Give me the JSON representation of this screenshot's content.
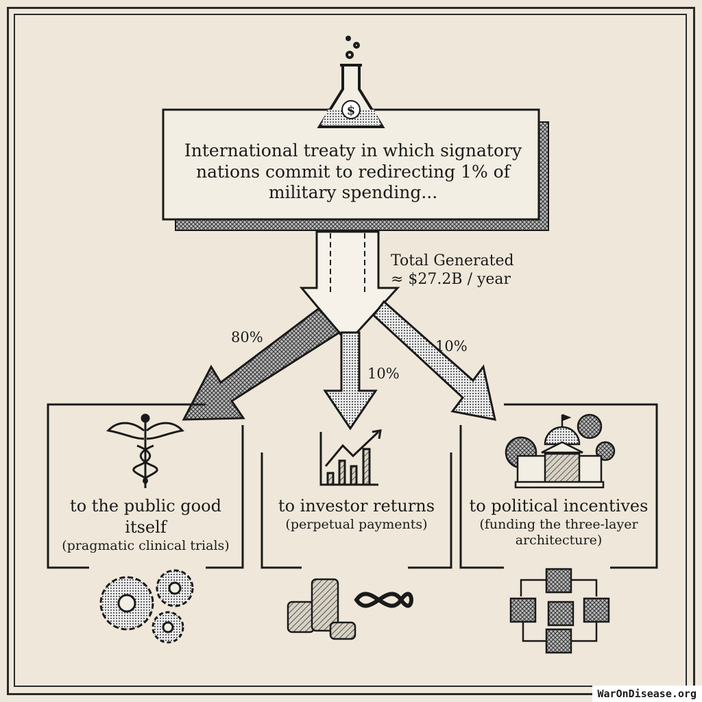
{
  "treaty_box": {
    "text": "International treaty in which signatory nations commit to redirecting 1% of military spending..."
  },
  "total": {
    "label": "Total Generated",
    "value": "≈ $27.2B / year"
  },
  "allocations": [
    {
      "percent": "80%",
      "title": "to the public good itself",
      "subtitle": "(pragmatic clinical trials)",
      "icon": "caduceus-icon"
    },
    {
      "percent": "10%",
      "title": "to investor returns",
      "subtitle": "(perpetual payments)",
      "icon": "growth-chart-icon"
    },
    {
      "percent": "10%",
      "title": "to political incentives",
      "subtitle": "(funding the three-layer architecture)",
      "icon": "capitol-building-icon"
    }
  ],
  "watermark": "WarOnDisease.org",
  "colors": {
    "paper": "#efe8da",
    "ink": "#1a1a1a"
  }
}
